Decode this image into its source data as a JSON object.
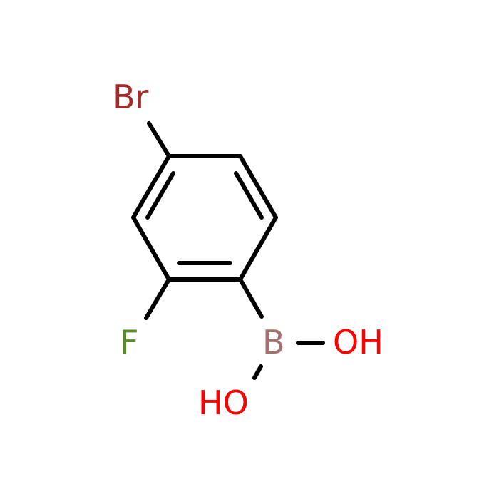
{
  "molecule": {
    "atoms": {
      "br": {
        "label": "Br",
        "color": "#a52a2a"
      },
      "f": {
        "label": "F",
        "color": "#5a8a28"
      },
      "b": {
        "label": "B",
        "color": "#a57070"
      },
      "oh_right": {
        "label": "OH",
        "color": "#ff0000"
      },
      "oh_bottom": {
        "label": "HO",
        "color": "#ff0000"
      }
    },
    "bond_color": "#000000"
  }
}
